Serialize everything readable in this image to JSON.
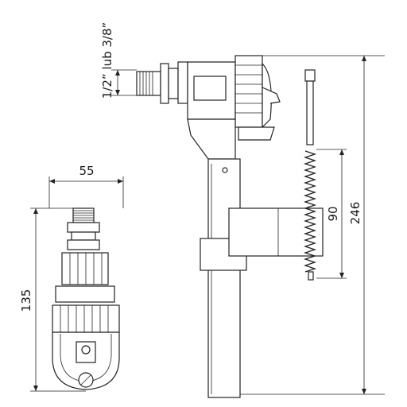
{
  "dimensions": {
    "thread_label": "1/2” lub 3/8”",
    "width_label": "55",
    "height_label": "135",
    "rod_label": "90",
    "total_label": "246"
  }
}
